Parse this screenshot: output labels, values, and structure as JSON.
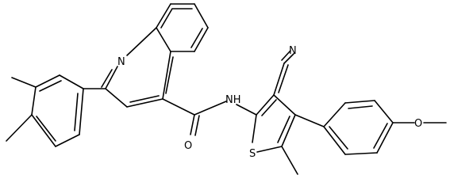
{
  "figure": {
    "type": "chemical-structure",
    "background": "#ffffff",
    "bond_color": "#000000"
  },
  "atoms": {
    "quinoline_n": "N",
    "nitrile_n": "N",
    "amide_nh": "NH",
    "amide_o": "O",
    "thiophene_s": "S",
    "methoxy_o": "O"
  }
}
